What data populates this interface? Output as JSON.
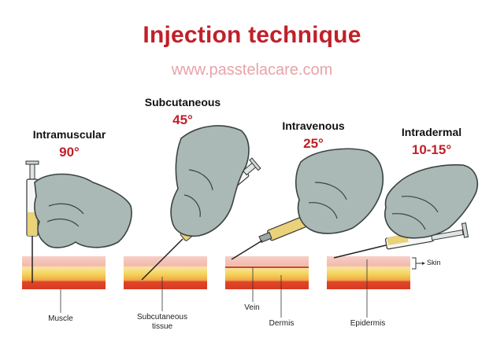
{
  "header": {
    "title": "Injection technique",
    "website": "www.passtelacare.com"
  },
  "techniques": [
    {
      "name": "Intramuscular",
      "angle": "90°"
    },
    {
      "name": "Subcutaneous",
      "angle": "45°"
    },
    {
      "name": "Intravenous",
      "angle": "25°"
    },
    {
      "name": "Intradermal",
      "angle": "10-15°"
    }
  ],
  "tissue_labels": {
    "muscle": "Muscle",
    "subcutaneous": "Subcutaneous tissue",
    "vein": "Vein",
    "dermis": "Dermis",
    "epidermis": "Epidermis",
    "skin": "Skin"
  },
  "colors": {
    "title": "#c0202a",
    "website": "#e8a3a8",
    "glove": "#aab9b5",
    "syringe_plunger": "#e9d27a",
    "skin_pink": "#f3c2b8",
    "fat_yellow": "#f4d257",
    "muscle_red": "#e04428"
  }
}
